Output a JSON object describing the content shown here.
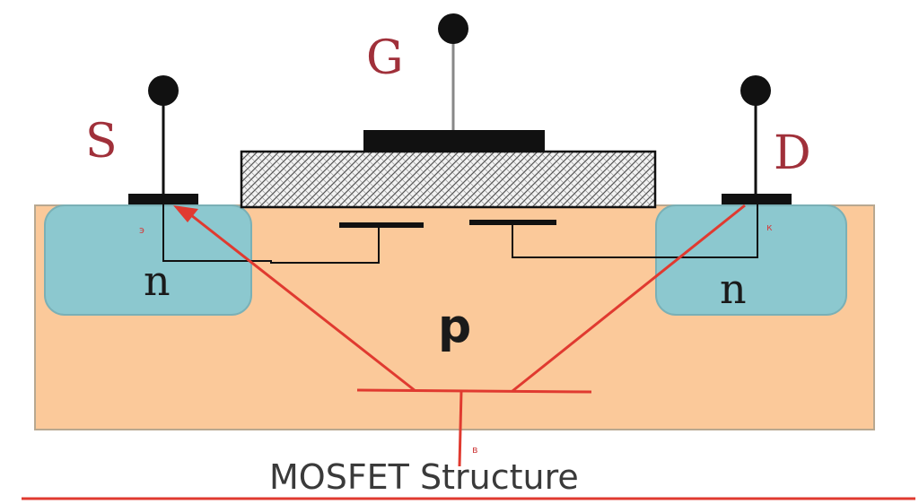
{
  "terminals": {
    "source": "S",
    "gate": "G",
    "drain": "D"
  },
  "regions": {
    "source_well": "n",
    "drain_well": "n",
    "substrate": "p"
  },
  "transistor_overlay": {
    "emitter": "э",
    "collector": "к",
    "base": "в"
  },
  "caption": "MOSFET Structure",
  "colors": {
    "substrate": "#fbc99a",
    "n_well": "#8cc8cf",
    "metal": "#111111",
    "overlay_red": "#e03a30",
    "terminal_label": "#a0303a"
  }
}
